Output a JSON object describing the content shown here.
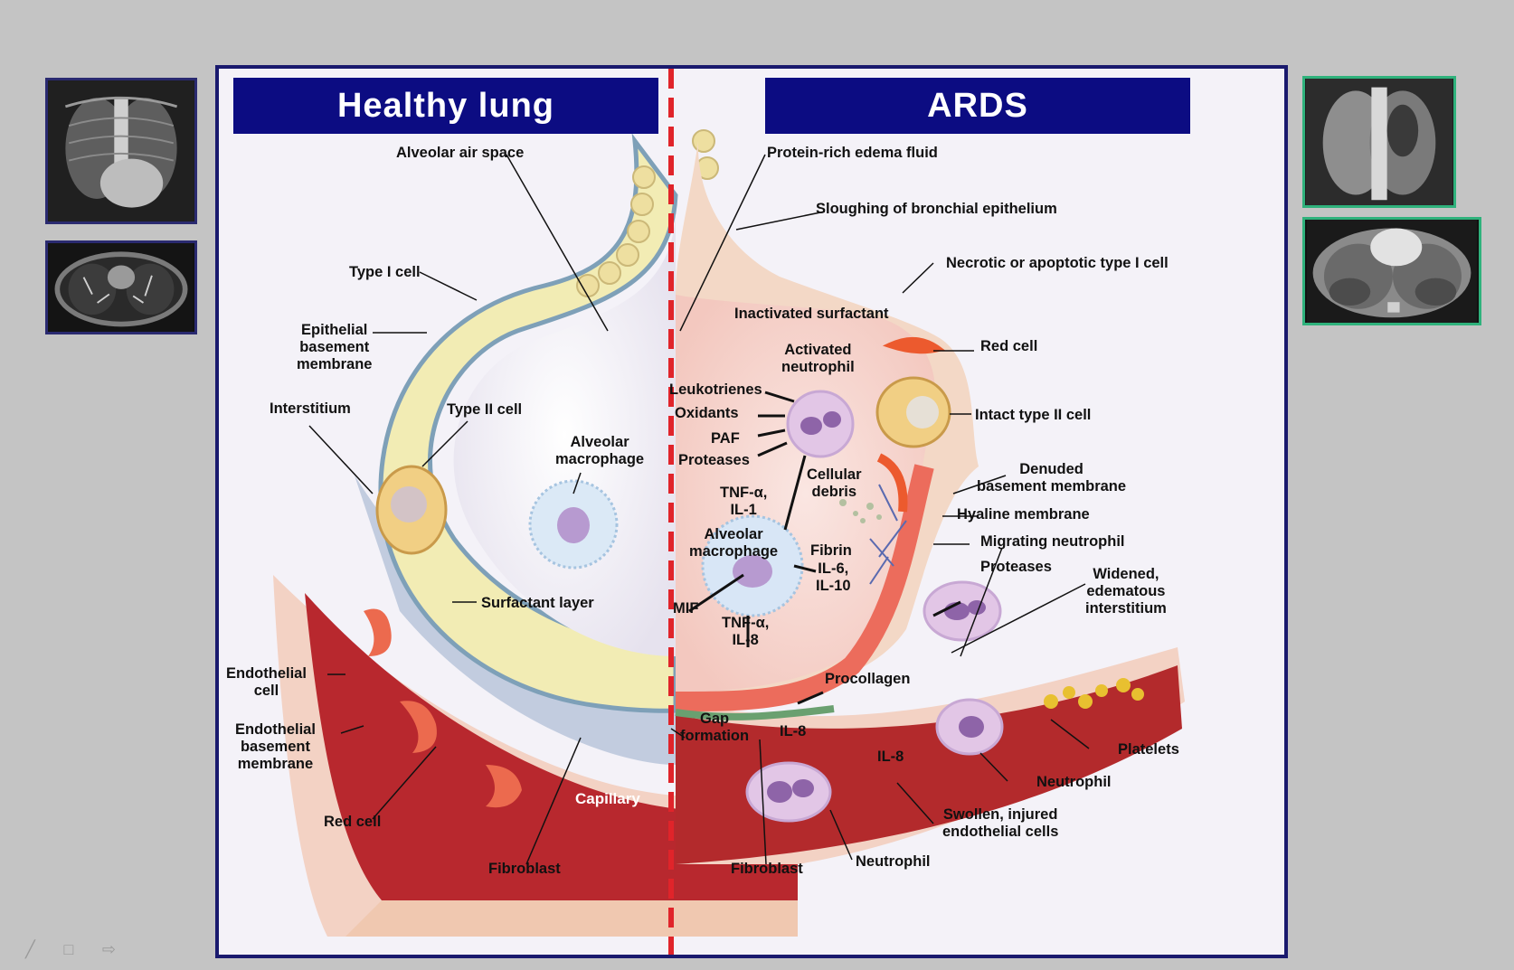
{
  "banners": {
    "healthy": "Healthy lung",
    "ards": "ARDS"
  },
  "labels": {
    "alveolar_air_space": "Alveolar air space",
    "type1_cell": "Type I cell",
    "epithelial_bm": "Epithelial\nbasement\nmembrane",
    "interstitium": "Interstitium",
    "type2_cell": "Type II cell",
    "alveolar_macrophage_left": "Alveolar\nmacrophage",
    "surfactant_layer": "Surfactant layer",
    "endothelial_cell": "Endothelial\ncell",
    "endothelial_bm": "Endothelial\nbasement\nmembrane",
    "red_cell_left": "Red cell",
    "capillary": "Capillary",
    "fibroblast_left": "Fibroblast",
    "protein_rich_edema": "Protein-rich edema fluid",
    "sloughing": "Sloughing of bronchial epithelium",
    "necrotic": "Necrotic or apoptotic type I cell",
    "inactivated_surfactant": "Inactivated surfactant",
    "activated_neutrophil": "Activated\nneutrophil",
    "red_cell_right": "Red cell",
    "leukotrienes": "Leukotrienes",
    "oxidants": "Oxidants",
    "paf": "PAF",
    "proteases_left": "Proteases",
    "intact_type2": "Intact type II cell",
    "cellular_debris": "Cellular\ndebris",
    "tnf_il1": "TNF-α,\nIL-1",
    "denuded_bm": "Denuded\nbasement membrane",
    "hyaline_membrane": "Hyaline membrane",
    "alveolar_macrophage_right": "Alveolar\nmacrophage",
    "fibrin": "Fibrin",
    "migrating_neutrophil": "Migrating neutrophil",
    "proteases_right": "Proteases",
    "widened": "Widened,\nedematous\ninterstitium",
    "il6_il10": "IL-6,\nIL-10",
    "mif": "MIF",
    "tnf_il8": "TNF-α,\nIL-8",
    "procollagen": "Procollagen",
    "gap_formation": "Gap\nformation",
    "il8_a": "IL-8",
    "il8_b": "IL-8",
    "platelets": "Platelets",
    "neutrophil_right": "Neutrophil",
    "swollen": "Swollen, injured\nendothelial cells",
    "fibroblast_right": "Fibroblast",
    "neutrophil_bottom": "Neutrophil"
  },
  "thumbnails": [
    {
      "name": "chest-xray-normal"
    },
    {
      "name": "ct-scan-normal"
    },
    {
      "name": "chest-xray-ards"
    },
    {
      "name": "ct-scan-ards"
    }
  ],
  "colors": {
    "banner": "#0c0c82",
    "divider": "#e0242a",
    "frame": "#1a1a6e",
    "thumb_green": "#2fb27c"
  },
  "toolbar_icons": [
    "pen-icon",
    "slide-icon",
    "arrow-icon"
  ]
}
